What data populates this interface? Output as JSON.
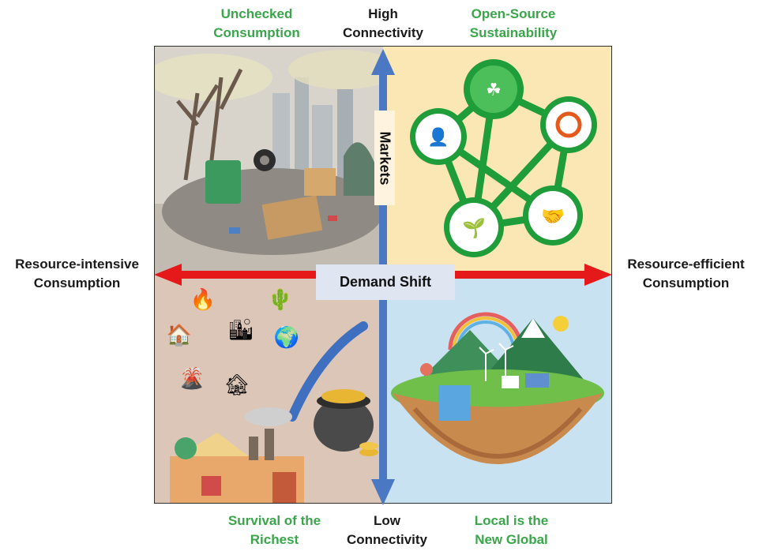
{
  "top": {
    "left_label": [
      "Unchecked",
      "Consumption"
    ],
    "center_label": [
      "High",
      "Connectivity"
    ],
    "right_label": [
      "Open-Source",
      "Sustainability"
    ]
  },
  "bottom": {
    "left_label": [
      "Survival of the",
      "Richest"
    ],
    "center_label": [
      "Low",
      "Connectivity"
    ],
    "right_label": [
      "Local is the",
      "New Global"
    ]
  },
  "sides": {
    "left_label": [
      "Resource-intensive",
      "Consumption"
    ],
    "right_label": [
      "Resource-efficient",
      "Consumption"
    ]
  },
  "axes": {
    "horizontal_label": "Demand Shift",
    "vertical_label": "Markets"
  },
  "colors": {
    "label_green": "#3aa54a",
    "horizontal_arrow": "#e5191a",
    "vertical_arrow": "#4a78c2",
    "q_top_left": "#d9d4cb",
    "q_top_right": "#fbe7b3",
    "q_bottom_left": "#dcc6b8",
    "q_bottom_right": "#c9e2f2"
  }
}
